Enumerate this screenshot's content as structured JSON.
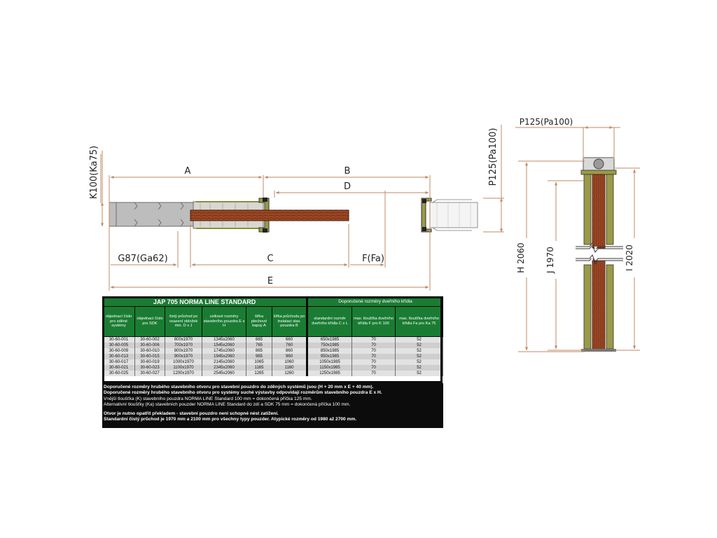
{
  "dimensions": {
    "a": "A",
    "b": "B",
    "c": "C",
    "d": "D",
    "e": "E",
    "f": "F(Fa)",
    "g": "G87(Ga62)",
    "k": "K100(Ka75)",
    "p_vertical": "P125(Pa100)",
    "p_side": "P125(Pa100)",
    "h": "H 2060",
    "j": "J 1970",
    "i": "I 2020"
  },
  "table": {
    "title": "JAP 705 NORMA LINE STANDARD",
    "subtitle": "Doporučené rozměry dveřního křídla",
    "headers": [
      "objednací číslo pro zděné systémy",
      "objednací číslo pro SDK",
      "čistý průchod po osazení obložek min. D x J",
      "celkové rozměry stavebního pouzdra E x H",
      "šířka plechové kapsy A",
      "šířka průchodu po instalaci stav. pouzdra B",
      "standardní rozměr dveřního křídla C x L",
      "max. tloušťka dveřního křídla F pro K 100",
      "max. tloušťka dveřního křídla Fa pro Ka 75"
    ],
    "rows": [
      [
        "30-60-001",
        "30-60-002",
        "600x1970",
        "1345x2060",
        "665",
        "660",
        "650x1985",
        "70",
        "52"
      ],
      [
        "30-60-005",
        "30-60-006",
        "700x1970",
        "1545x2060",
        "765",
        "760",
        "750x1985",
        "70",
        "52"
      ],
      [
        "30-60-009",
        "30-60-010",
        "800x1970",
        "1745x2060",
        "865",
        "860",
        "850x1985",
        "70",
        "52"
      ],
      [
        "30-60-013",
        "30-60-015",
        "900x1970",
        "1945x2060",
        "965",
        "960",
        "950x1985",
        "70",
        "52"
      ],
      [
        "30-60-017",
        "30-60-019",
        "1000x1970",
        "2145x2060",
        "1065",
        "1060",
        "1050x1985",
        "70",
        "52"
      ],
      [
        "30-60-021",
        "30-60-023",
        "1100x1970",
        "2345x2060",
        "1165",
        "1160",
        "1150x1985",
        "70",
        "52"
      ],
      [
        "30-60-025",
        "30-60-027",
        "1200x1970",
        "2545x2060",
        "1265",
        "1260",
        "1250x1985",
        "70",
        "52"
      ]
    ]
  },
  "notes": [
    "Doporučené rozměry hrubého stavebního otvoru pro stavební pouzdro do zděných systémů jsou (H + 20 mm x E + 40 mm).",
    "Doporučené rozměry hrubého stavebního otvoru pro systémy suché výstavby odpovídají rozměrům stavebního pouzdra E x H.",
    "Vnější tloušťka (K) stavebního pouzdra NORMA LINE Standard  100 mm = dokončená příčka 125 mm.",
    "Alternativní tloušťky (Ka) stavebních pouzder NORMA LINE Standard do zdí a SDK 75 mm = dokončená příčka 100 mm.",
    "Otvor je nutno opatřit překladem - stavební pouzdro není schopné nést zatížení.",
    "Standardní čistý průchod je 1970 mm a 2100 mm pro všechny typy pouzder. Atypické rozměry od 1980 až 2700 mm."
  ],
  "colors": {
    "dimension_line": "#c08a66",
    "table_header": "#1a7c33",
    "wood": "#8a3a1c",
    "frame_khaki": "#9a9a48",
    "notes_bg": "#0c0c0c"
  }
}
